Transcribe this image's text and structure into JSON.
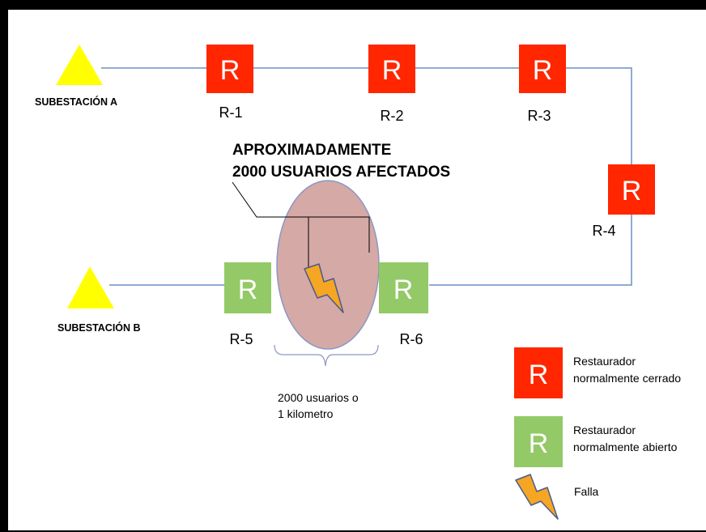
{
  "colors": {
    "closed": "#ff2600",
    "open": "#93c966",
    "substation": "#ffff00",
    "line": "#6b8fc6",
    "zone_fill": "#d5a9a6",
    "zone_stroke": "#8b97c3",
    "fault_fill": "#f5a623",
    "fault_stroke": "#4a5a8c"
  },
  "substations": [
    {
      "id": "A",
      "label": "SUBESTACIÓN A",
      "icon": "triangle-icon"
    },
    {
      "id": "B",
      "label": "SUBESTACIÓN B",
      "icon": "triangle-icon"
    }
  ],
  "recloser_letter": "R",
  "reclosers": [
    {
      "id": "R-1",
      "label": "R-1",
      "state": "closed"
    },
    {
      "id": "R-2",
      "label": "R-2",
      "state": "closed"
    },
    {
      "id": "R-3",
      "label": "R-3",
      "state": "closed"
    },
    {
      "id": "R-4",
      "label": "R-4",
      "state": "closed"
    },
    {
      "id": "R-5",
      "label": "R-5",
      "state": "open"
    },
    {
      "id": "R-6",
      "label": "R-6",
      "state": "open"
    }
  ],
  "affected": {
    "line1": "APROXIMADAMENTE",
    "line2": "2000 USUARIOS  AFECTADOS"
  },
  "span_note": {
    "line1": "2000 usuarios o",
    "line2": "1 kilometro"
  },
  "legend": {
    "closed": {
      "line1": "Restaurador",
      "line2": "normalmente cerrado"
    },
    "open": {
      "line1": "Restaurador",
      "line2": "normalmente abierto"
    },
    "fault": {
      "label": "Falla",
      "icon": "lightning-icon"
    }
  }
}
